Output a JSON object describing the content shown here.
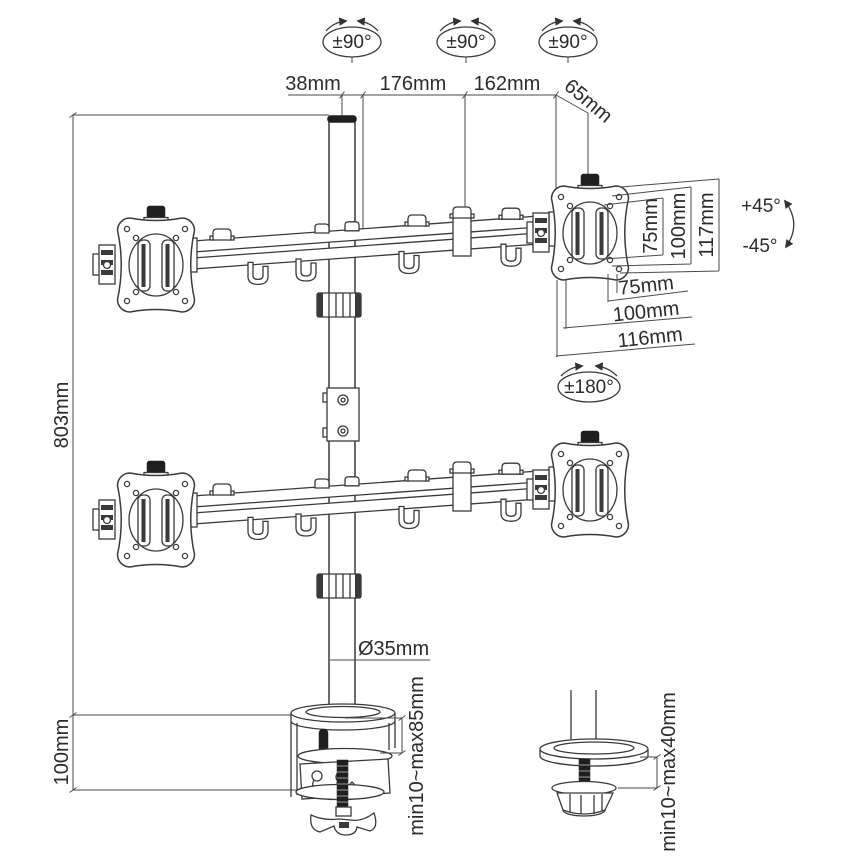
{
  "drawing": {
    "background": "#ffffff",
    "ink": "#3a3a3a",
    "rotations": {
      "pole_left": "±90°",
      "pole_mid": "±90°",
      "pole_right": "±90°",
      "vesa_swivel": "±180°",
      "tilt_up": "+45°",
      "tilt_down": "-45°"
    },
    "dimensions": {
      "pole_top_offset": "38mm",
      "arm_inner": "176mm",
      "arm_outer": "162mm",
      "vesa_offset": "65mm",
      "pole_height": "803mm",
      "clamp_drop": "100mm",
      "pole_diameter": "Ø35mm",
      "vesa_plate_v_75": "75mm",
      "vesa_plate_v_100": "100mm",
      "vesa_plate_v_117": "117mm",
      "vesa_plate_h_75": "75mm",
      "vesa_plate_h_100": "100mm",
      "vesa_plate_h_116": "116mm",
      "clamp_thickness_range": "min10~max85mm",
      "grommet_thickness_range": "min10~max40mm"
    }
  }
}
